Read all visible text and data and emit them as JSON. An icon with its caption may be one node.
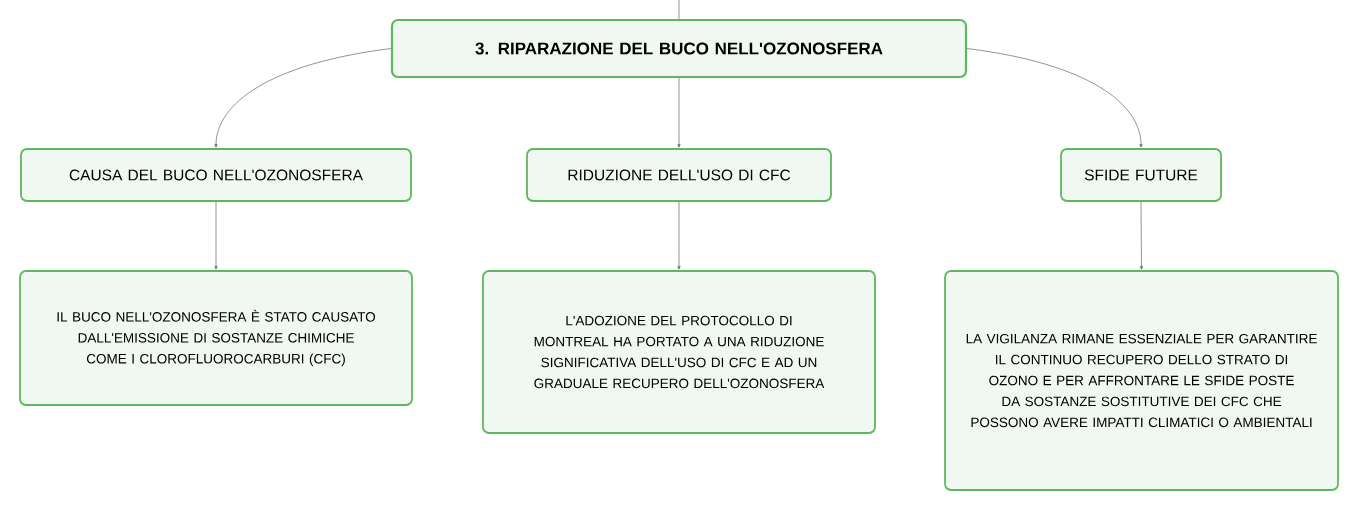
{
  "diagram": {
    "nodes": [
      {
        "text": [
          "3. RIPARAZIONE DEL BUCO NELL'OZONOSFERA"
        ]
      },
      {
        "text": [
          "CAUSA DEL BUCO NELL'OZONOSFERA"
        ]
      },
      {
        "text": [
          "RIDUZIONE DELL'USO DI CFC"
        ]
      },
      {
        "text": [
          "SFIDE FUTURE"
        ]
      },
      {
        "text": [
          "IL BUCO NELL'OZONOSFERA È STATO CAUSATO DALL'EMISSIONE DI SOSTANZE CHIMICHE COME I CLOROFLUOROCARBURI (CFC)"
        ]
      },
      {
        "text": [
          "L'ADOZIONE DEL PROTOCOLLO DI MONTREAL HA PORTATO A UNA RIDUZIONE SIGNIFICATIVA DELL'USO DI CFC E AD UN GRADUALE RECUPERO DELL'OZONOSFERA"
        ]
      },
      {
        "text": [
          "LA VIGILANZA RIMANE ESSENZIALE PER GARANTIRE IL CONTINUO RECUPERO DELLO STRATO DI OZONO E PER AFFRONTARE LE SFIDE POSTE DA SOSTANZE SOSTITUTIVE DEI CFC CHE POSSONO AVERE IMPATTI CLIMATICI O AMBIENTALI"
        ]
      }
    ],
    "edges": [
      {
        "from": null,
        "to": 0,
        "arrow": "none"
      },
      {
        "from": 0,
        "to": 1,
        "arrow": "to"
      },
      {
        "from": 0,
        "to": 2,
        "arrow": "to"
      },
      {
        "from": 0,
        "to": 3,
        "arrow": "to"
      },
      {
        "from": 1,
        "to": 4,
        "arrow": "to"
      },
      {
        "from": 2,
        "to": 5,
        "arrow": "to"
      },
      {
        "from": 3,
        "to": 6,
        "arrow": "to"
      }
    ]
  }
}
